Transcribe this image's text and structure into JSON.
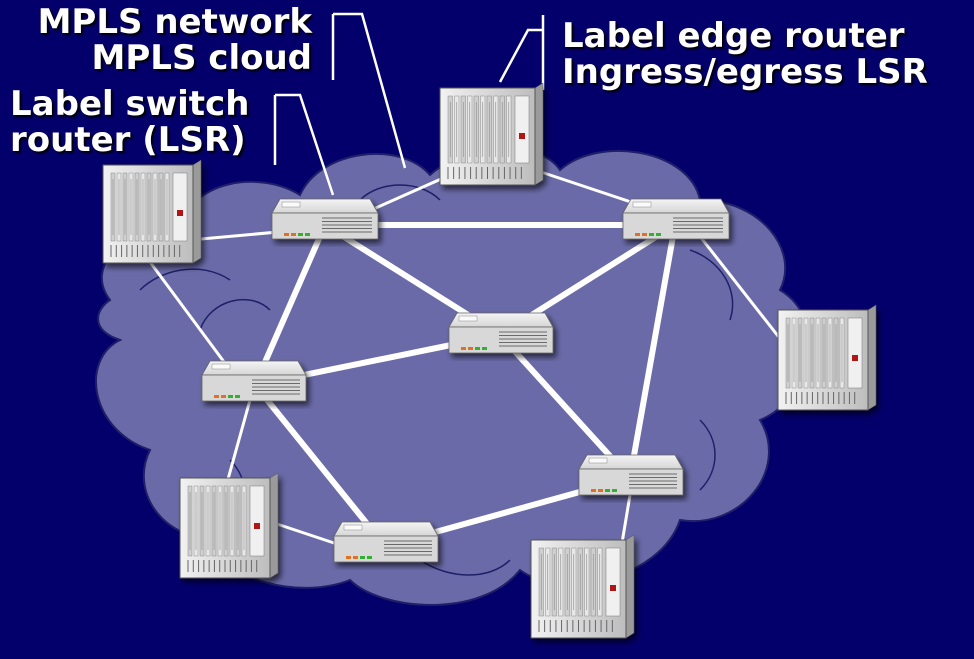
{
  "labels": {
    "mpls_network": "MPLS network",
    "mpls_cloud": "MPLS cloud",
    "lsr_line1": "Label switch",
    "lsr_line2": "router (LSR)",
    "ler_line1": "Label edge router",
    "ler_line2": "Ingress/egress LSR"
  },
  "colors": {
    "background": "#04006b",
    "cloud": "#6a6aa8",
    "cloud_edge": "#1f1f6a",
    "link": "#ffffff",
    "device": "#dcdcdc"
  }
}
